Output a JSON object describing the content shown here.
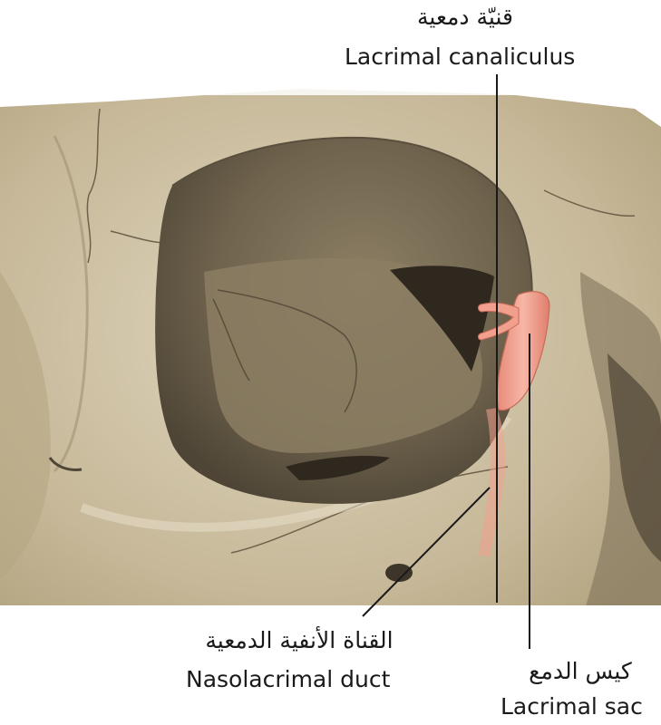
{
  "labels": {
    "canaliculus": {
      "ar": "قنيّة دمعية",
      "en": "Lacrimal canaliculus"
    },
    "nasolacrimal": {
      "ar": "القناة الأنفية الدمعية",
      "en": "Nasolacrimal duct"
    },
    "sac": {
      "ar": "كيس الدمع",
      "en": "Lacrimal sac"
    }
  },
  "colors": {
    "bone": "#c9bb9c",
    "bone_light": "#ddd2b9",
    "orbit_shadow": "#5e5442",
    "orbit_floor": "#8a7d63",
    "lacrimal": "#f2a08e",
    "leader_line": "#1a1a1a"
  }
}
